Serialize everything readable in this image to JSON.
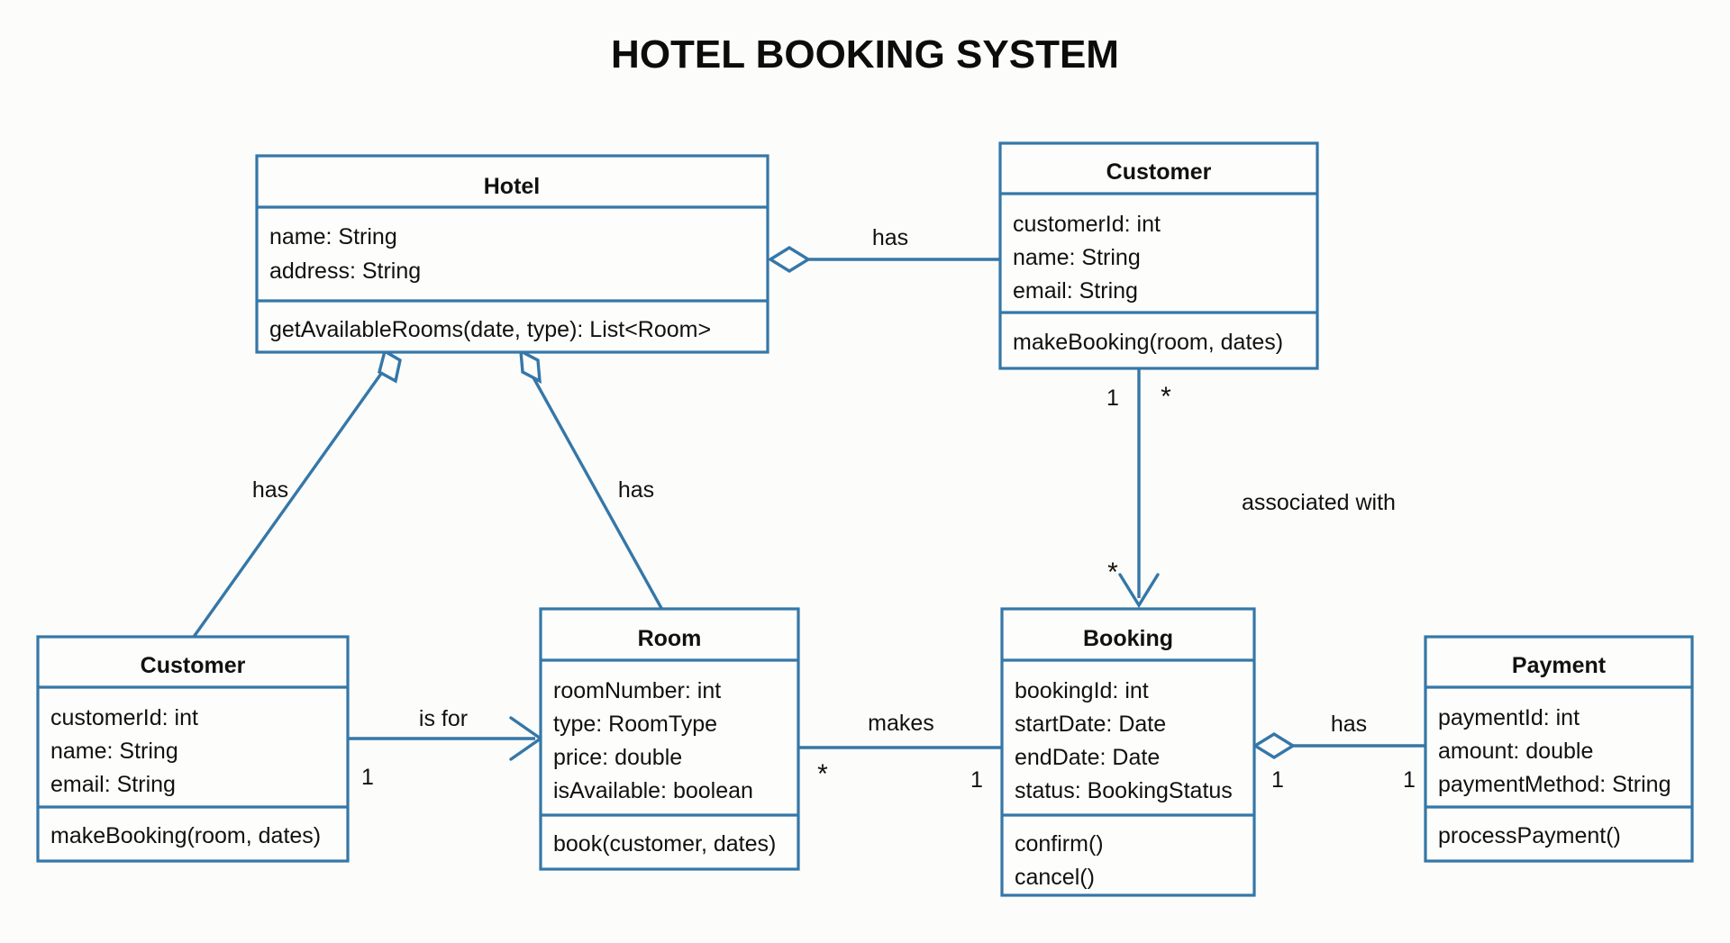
{
  "title": "HOTEL BOOKING SYSTEM",
  "colors": {
    "background": "#fcfcfa",
    "box_fill": "#fdfdfb",
    "stroke": "#3577a8",
    "text": "#111111"
  },
  "classes": {
    "hotel": {
      "name": "Hotel",
      "attributes": [
        "name: String",
        "address: String"
      ],
      "methods": [
        "getAvailableRooms(date, type): List<Room>"
      ]
    },
    "customer_top": {
      "name": "Customer",
      "attributes": [
        "customerId: int",
        "name: String",
        "email: String"
      ],
      "methods": [
        "makeBooking(room, dates)"
      ]
    },
    "customer_bottom": {
      "name": "Customer",
      "attributes": [
        "customerId: int",
        "name: String",
        "email: String"
      ],
      "methods": [
        "makeBooking(room, dates)"
      ]
    },
    "room": {
      "name": "Room",
      "attributes": [
        "roomNumber: int",
        "type: RoomType",
        "price: double",
        "isAvailable: boolean"
      ],
      "methods": [
        "book(customer, dates)"
      ]
    },
    "booking": {
      "name": "Booking",
      "attributes": [
        "bookingId: int",
        "startDate: Date",
        "endDate: Date",
        "status: BookingStatus"
      ],
      "methods": [
        "confirm()",
        "cancel()"
      ]
    },
    "payment": {
      "name": "Payment",
      "attributes": [
        "paymentId: int",
        "amount: double",
        "paymentMethod: String"
      ],
      "methods": [
        "processPayment()"
      ]
    }
  },
  "relationships": {
    "hotel_customer": {
      "label": "has",
      "type": "aggregation"
    },
    "hotel_customer_bottom": {
      "label": "has",
      "type": "aggregation"
    },
    "hotel_room": {
      "label": "has",
      "type": "aggregation"
    },
    "customer_booking": {
      "label": "associated with",
      "type": "directed-association",
      "source_multiplicity": "1",
      "source_multiplicity_right": "*",
      "target_multiplicity": "*"
    },
    "customer_room": {
      "label": "is for",
      "type": "directed-association",
      "source_multiplicity": "1"
    },
    "room_booking": {
      "label": "makes",
      "type": "association",
      "source_multiplicity": "*",
      "target_multiplicity": "1"
    },
    "booking_payment": {
      "label": "has",
      "type": "aggregation",
      "source_multiplicity": "1",
      "target_multiplicity": "1"
    }
  }
}
